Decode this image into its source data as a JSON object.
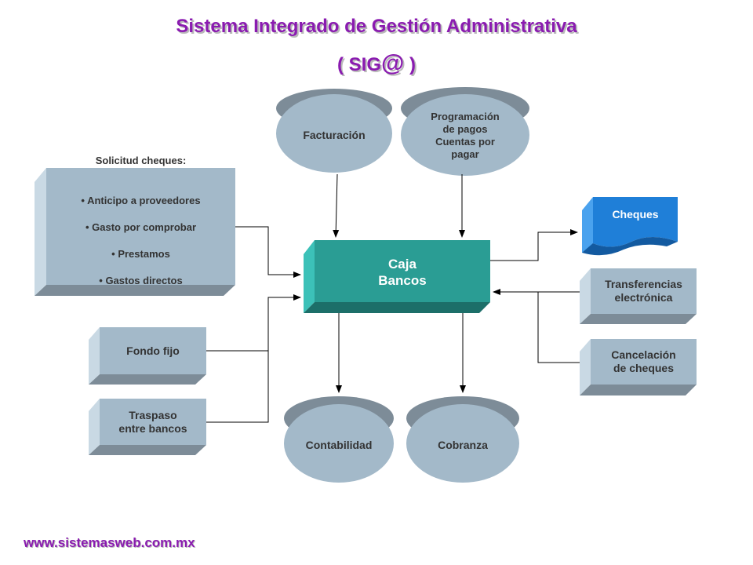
{
  "title": {
    "line1": "Sistema Integrado de Gestión Administrativa",
    "line2_open": "( SIG",
    "line2_at": "@",
    "line2_close": " )"
  },
  "nodes": {
    "facturacion": "Facturación",
    "programacion": "Programación\nde pagos\nCuentas por\npagar",
    "solicitud_heading": "Solicitud cheques:",
    "solicitud_items": [
      "• Anticipo a proveedores",
      "• Gasto por comprobar",
      "• Prestamos",
      "• Gastos directos"
    ],
    "caja": "Caja\nBancos",
    "cheques": "Cheques",
    "transferencias": "Transferencias\nelectrónica",
    "cancelacion": "Cancelación\nde cheques",
    "fondo": "Fondo fijo",
    "traspaso": "Traspaso\nentre bancos",
    "contabilidad": "Contabilidad",
    "cobranza": "Cobranza"
  },
  "footer": "www.sistemasweb.com.mx",
  "colors": {
    "title": "#8a1bb0",
    "box_front": "#a3b9c9",
    "box_side": "#c9d9e4",
    "box_bottom": "#7d8c98",
    "caja_front": "#2a9d94",
    "cheques_front": "#1f7fd8",
    "ellipse": "#a3b9c9"
  }
}
